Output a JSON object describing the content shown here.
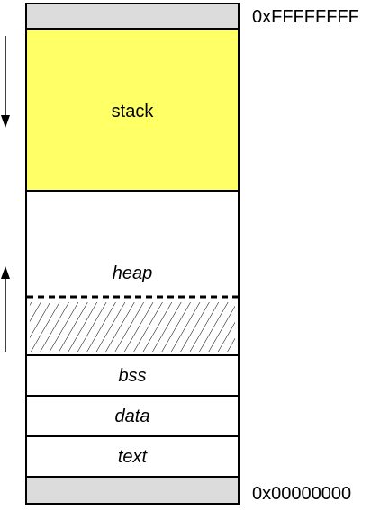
{
  "diagram": {
    "top_address": "0xFFFFFFFF",
    "bottom_address": "0x00000000",
    "segments": {
      "stack": "stack",
      "heap": "heap",
      "bss": "bss",
      "data": "data",
      "text": "text"
    },
    "colors": {
      "stack_fill": "#ffff66",
      "reserved_fill": "#dcdcdc",
      "outline": "#000000"
    }
  }
}
